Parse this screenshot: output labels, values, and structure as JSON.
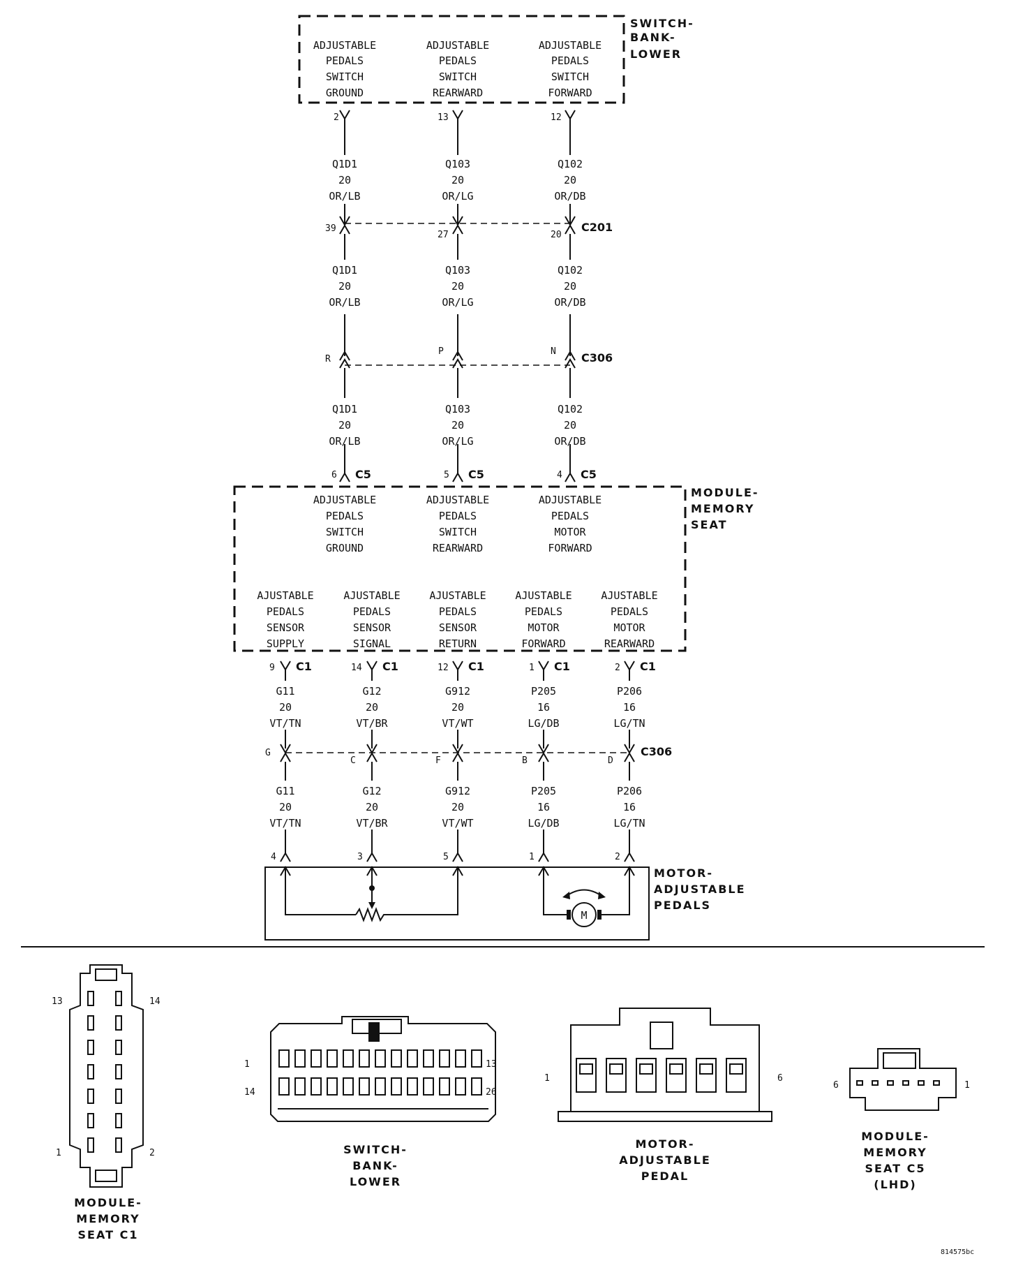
{
  "switch_bank": {
    "title": [
      "SWITCH-",
      "BANK-",
      "LOWER"
    ],
    "functions": [
      [
        "ADJUSTABLE",
        "PEDALS",
        "SWITCH",
        "GROUND"
      ],
      [
        "ADJUSTABLE",
        "PEDALS",
        "SWITCH",
        "REARWARD"
      ],
      [
        "ADJUSTABLE",
        "PEDALS",
        "SWITCH",
        "FORWARD"
      ]
    ],
    "pins": [
      "2",
      "13",
      "12"
    ]
  },
  "wires_upper": [
    [
      "Q1D1",
      "20",
      "OR/LB"
    ],
    [
      "Q103",
      "20",
      "OR/LG"
    ],
    [
      "Q102",
      "20",
      "OR/DB"
    ]
  ],
  "c201": {
    "name": "C201",
    "pins": [
      "39",
      "27",
      "20"
    ]
  },
  "c306_upper": {
    "name": "C306",
    "pins": [
      "R",
      "P",
      "N"
    ]
  },
  "c5": {
    "name": "C5",
    "pins": [
      "6",
      "5",
      "4"
    ]
  },
  "memory_module": {
    "title": [
      "MODULE-",
      "MEMORY",
      "SEAT"
    ],
    "upper_functions": [
      [
        "ADJUSTABLE",
        "PEDALS",
        "SWITCH",
        "GROUND"
      ],
      [
        "ADJUSTABLE",
        "PEDALS",
        "SWITCH",
        "REARWARD"
      ],
      [
        "ADJUSTABLE",
        "PEDALS",
        "MOTOR",
        "FORWARD"
      ]
    ],
    "lower_functions": [
      [
        "AJUSTABLE",
        "PEDALS",
        "SENSOR",
        "SUPPLY"
      ],
      [
        "AJUSTABLE",
        "PEDALS",
        "SENSOR",
        "SIGNAL"
      ],
      [
        "AJUSTABLE",
        "PEDALS",
        "SENSOR",
        "RETURN"
      ],
      [
        "AJUSTABLE",
        "PEDALS",
        "MOTOR",
        "FORWARD"
      ],
      [
        "AJUSTABLE",
        "PEDALS",
        "MOTOR",
        "REARWARD"
      ]
    ]
  },
  "c1": {
    "name": "C1",
    "pins": [
      "9",
      "14",
      "12",
      "1",
      "2"
    ]
  },
  "wires_lower": [
    [
      "G11",
      "20",
      "VT/TN"
    ],
    [
      "G12",
      "20",
      "VT/BR"
    ],
    [
      "G912",
      "20",
      "VT/WT"
    ],
    [
      "P205",
      "16",
      "LG/DB"
    ],
    [
      "P206",
      "16",
      "LG/TN"
    ]
  ],
  "c306_lower": {
    "name": "C306",
    "pins": [
      "G",
      "C",
      "F",
      "B",
      "D"
    ]
  },
  "motor": {
    "title": [
      "MOTOR-",
      "ADJUSTABLE",
      "PEDALS"
    ],
    "pins": [
      "4",
      "3",
      "5",
      "1",
      "2"
    ],
    "motor_symbol": "M"
  },
  "connectors": {
    "c1_view": {
      "title": [
        "MODULE-",
        "MEMORY",
        "SEAT C1"
      ],
      "pins": [
        "13",
        "14",
        "1",
        "2"
      ]
    },
    "switch_view": {
      "title": [
        "SWITCH-",
        "BANK-",
        "LOWER"
      ],
      "pins": [
        "1",
        "13",
        "14",
        "26"
      ]
    },
    "motor_view": {
      "title": [
        "MOTOR-",
        "ADJUSTABLE",
        "PEDAL"
      ],
      "pins": [
        "1",
        "6"
      ]
    },
    "c5_view": {
      "title": [
        "MODULE-",
        "MEMORY",
        "SEAT C5",
        "(LHD)"
      ],
      "pins": [
        "6",
        "1"
      ]
    }
  },
  "figure_code": "814575bc"
}
